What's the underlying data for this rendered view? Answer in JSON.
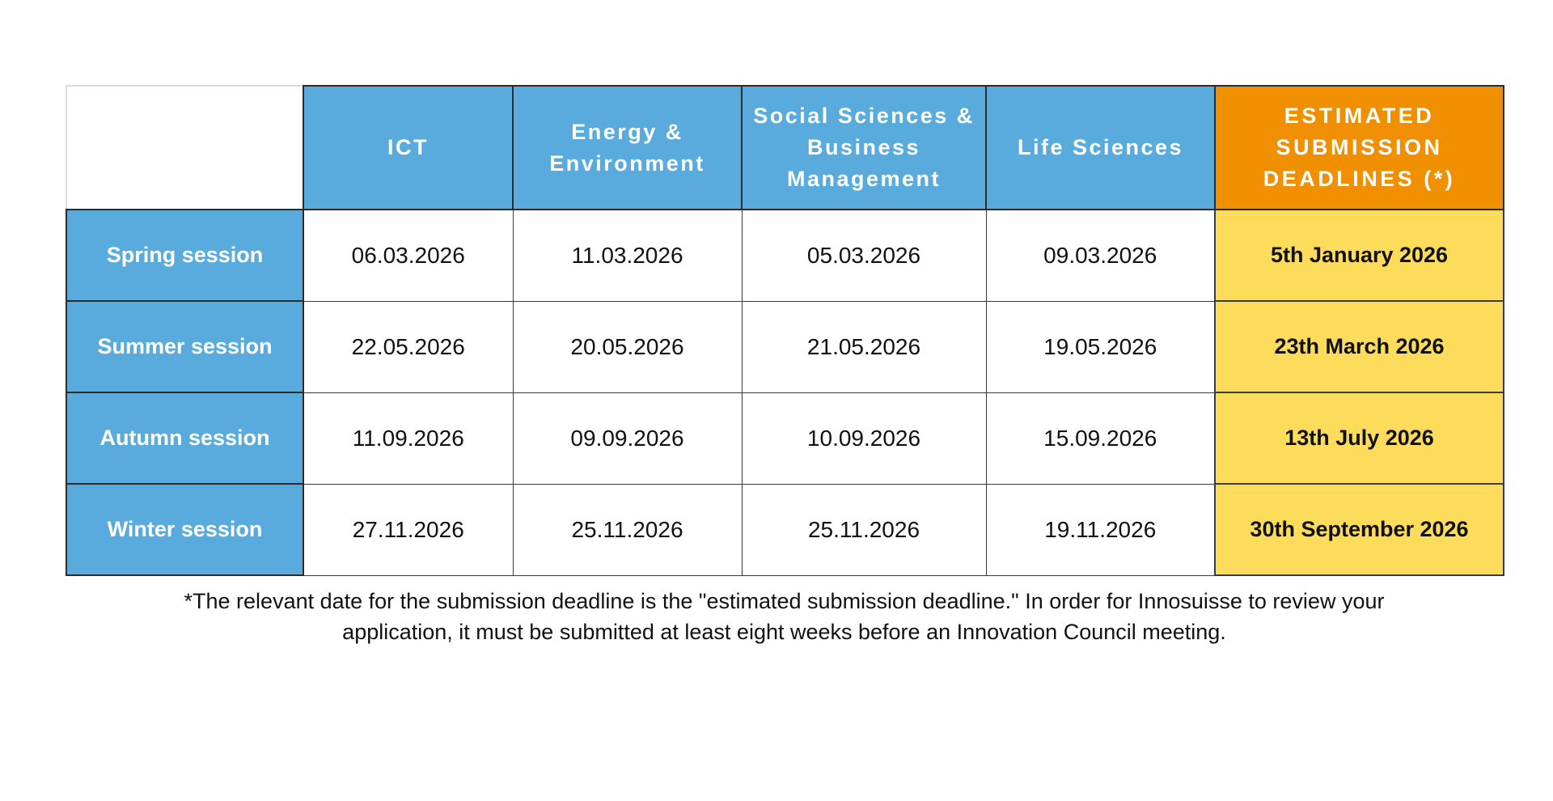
{
  "colors": {
    "category_header_bg": "#58abdc",
    "estimated_header_bg": "#f09000",
    "deadline_cell_bg": "#fddc5c",
    "header_text": "#ffffff",
    "cell_text": "#111111",
    "border": "#2b2b2b"
  },
  "table": {
    "corner_label": "",
    "columns": [
      {
        "label": "ICT"
      },
      {
        "label": "Energy & Environment"
      },
      {
        "label": "Social Sciences & Business Management"
      },
      {
        "label": "Life Sciences"
      }
    ],
    "estimated_column_label": "ESTIMATED SUBMISSION DEADLINES (*)",
    "rows": [
      {
        "session": "Spring session",
        "dates": [
          "06.03.2026",
          "11.03.2026",
          "05.03.2026",
          "09.03.2026"
        ],
        "estimated_deadline": "5th January 2026"
      },
      {
        "session": "Summer session",
        "dates": [
          "22.05.2026",
          "20.05.2026",
          "21.05.2026",
          "19.05.2026"
        ],
        "estimated_deadline": "23th March 2026"
      },
      {
        "session": "Autumn session",
        "dates": [
          "11.09.2026",
          "09.09.2026",
          "10.09.2026",
          "15.09.2026"
        ],
        "estimated_deadline": "13th July 2026"
      },
      {
        "session": "Winter session",
        "dates": [
          "27.11.2026",
          "25.11.2026",
          "25.11.2026",
          "19.11.2026"
        ],
        "estimated_deadline": "30th September 2026"
      }
    ]
  },
  "footnote": {
    "line1": "*The relevant date for the submission deadline is the \"estimated submission deadline.\" In order for Innosuisse to review your",
    "line2": "application, it must be submitted at least eight weeks before an Innovation Council meeting."
  }
}
